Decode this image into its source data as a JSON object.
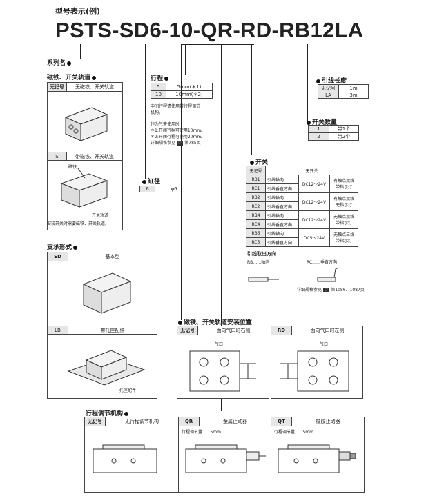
{
  "title": "型号表示(例)",
  "model": {
    "p1": "PSTS",
    "d1": "-",
    "p2": "SD6",
    "d2": "-",
    "p3": "10",
    "d3": "-",
    "p4": "QR",
    "d4": "-",
    "p5": "RD",
    "d5": "-",
    "p6": "RB12",
    "p7": "LA"
  },
  "series_name": "系列名",
  "magnet": {
    "title": "磁铁、开关轨道",
    "col1": "无记号",
    "col2": "无磁铁、开关轨道",
    "row2_code": "S",
    "row2_label": "带磁铁、开关轨道",
    "magnet_label": "磁铁",
    "rail_label": "开关轨道",
    "note": "安装开关时需要磁铁、开关轨道。"
  },
  "stroke": {
    "title": "行程",
    "rows": [
      [
        "5",
        "5mm(＊1)"
      ],
      [
        "10",
        "10mm(＊2)"
      ]
    ],
    "note1": "中间行程请使用带行程调节",
    "note2": "机构。",
    "note3": "作为气夹使用时",
    "note4": "＊1:开闭行程可使用10mm。",
    "note5": "＊2:开闭行程可使用20mm。",
    "note6": "详细规格参见",
    "note7": "第785页"
  },
  "bore": {
    "title": "缸径",
    "code": "6",
    "value": "φ6"
  },
  "lead": {
    "title": "引线长度",
    "rows": [
      [
        "无记号",
        "1m"
      ],
      [
        "LA",
        "3m"
      ]
    ]
  },
  "qty": {
    "title": "开关数量",
    "rows": [
      [
        "1",
        "带1个"
      ],
      [
        "2",
        "带2个"
      ]
    ]
  },
  "switch": {
    "title": "开关",
    "h1": "无记号",
    "h2": "无开关",
    "rows": [
      [
        "RB1",
        "引线轴向"
      ],
      [
        "RC1",
        "引线垂直方向"
      ],
      [
        "RB2",
        "引线轴向"
      ],
      [
        "RC2",
        "引线垂直方向"
      ],
      [
        "RB4",
        "引线轴向"
      ],
      [
        "RC4",
        "引线垂直方向"
      ],
      [
        "RB5",
        "引线轴向"
      ],
      [
        "RC5",
        "引线垂直方向"
      ]
    ],
    "groups": [
      {
        "v": "DC12～24V",
        "d": [
          "有触点双线",
          "带指示灯"
        ]
      },
      {
        "v": "DC12～24V",
        "d": [
          "有触点双线",
          "无指示灯"
        ]
      },
      {
        "v": "DC12～24V",
        "d": [
          "无触点双线",
          "带指示灯"
        ]
      },
      {
        "v": "DC5～24V",
        "d": [
          "无触点三线",
          "带指示灯"
        ]
      }
    ],
    "dir_title": "引线取出方向",
    "rb": "RB……轴向",
    "rc": "RC……垂直方向",
    "spec": "详细规格参见",
    "spec_pages": "第1086、1087页"
  },
  "support": {
    "title": "支承形式",
    "r1_code": "SD",
    "r1_label": "基本型",
    "r2_code": "LB",
    "r2_label": "带托座配件",
    "bracket": "托座配件"
  },
  "pos": {
    "title": "磁铁、开关轨道安装位置",
    "c1": "无记号",
    "l1": "面向气口时右侧",
    "c2": "RD",
    "l2": "面向气口时左侧",
    "port": "气口"
  },
  "adj": {
    "title": "行程调节机构",
    "c1": "无记号",
    "l1": "无行程调节机构",
    "c2": "QR",
    "l2": "金属止动器",
    "c3": "QT",
    "l3": "橡胶止动器",
    "s2": "行程调节量......5mm",
    "s3": "行程调节量......5mm"
  }
}
